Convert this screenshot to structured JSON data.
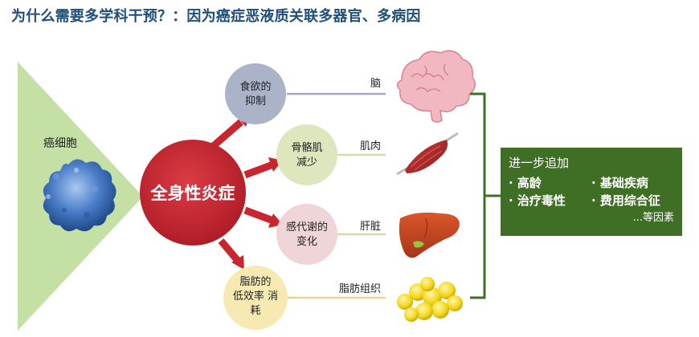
{
  "title": "为什么需要多学科干预？：因为癌症恶液质关联多器官、多病因",
  "cancer_cell_label": "癌细胞",
  "center_label": "全身性炎症",
  "effects": [
    {
      "lines": [
        "食欲的",
        "抑制"
      ],
      "organ": "脑"
    },
    {
      "lines": [
        "骨骼肌",
        "减少"
      ],
      "organ": "肌肉"
    },
    {
      "lines": [
        "感代谢的",
        "变化"
      ],
      "organ": "肝脏"
    },
    {
      "lines": [
        "脂肪的",
        "低效率 消",
        "耗"
      ],
      "organ": "脂肪组织"
    }
  ],
  "summary": {
    "head": "进一步追加",
    "items": [
      "· 高龄",
      "· 基础疾病",
      "· 治疗毒性",
      "· 费用综合征"
    ],
    "more": "...等因素"
  },
  "colors": {
    "title": "#1f4e79",
    "center": "#c9252f",
    "arrow": "#c9252f",
    "triangle": "#c5e0a5",
    "cell": "#4a7cc7",
    "bracket": "#3f6f25",
    "summary_bg": "#3f6f25"
  },
  "icons": [
    "brain-icon",
    "muscle-icon",
    "liver-icon",
    "fat-tissue-icon",
    "cancer-cell-icon"
  ]
}
